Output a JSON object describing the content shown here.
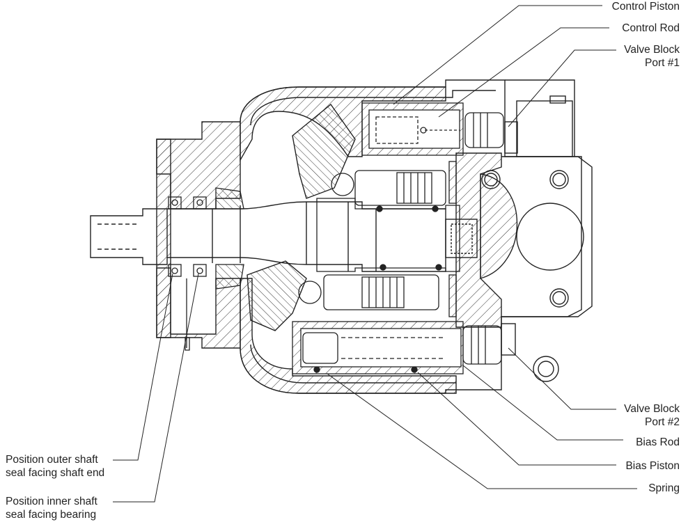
{
  "labels": {
    "control_piston": "Control Piston",
    "control_rod": "Control Rod",
    "valve_block_port1": [
      "Valve Block",
      "Port #1"
    ],
    "valve_block_port2": [
      "Valve Block",
      "Port #2"
    ],
    "bias_rod": "Bias Rod",
    "bias_piston": "Bias Piston",
    "spring": "Spring",
    "outer_seal": [
      "Position outer shaft",
      "seal facing shaft end"
    ],
    "inner_seal": [
      "Position inner shaft",
      "seal facing bearing"
    ]
  },
  "colors": {
    "line": "#222222",
    "hatch": "#333333",
    "background": "#ffffff"
  }
}
